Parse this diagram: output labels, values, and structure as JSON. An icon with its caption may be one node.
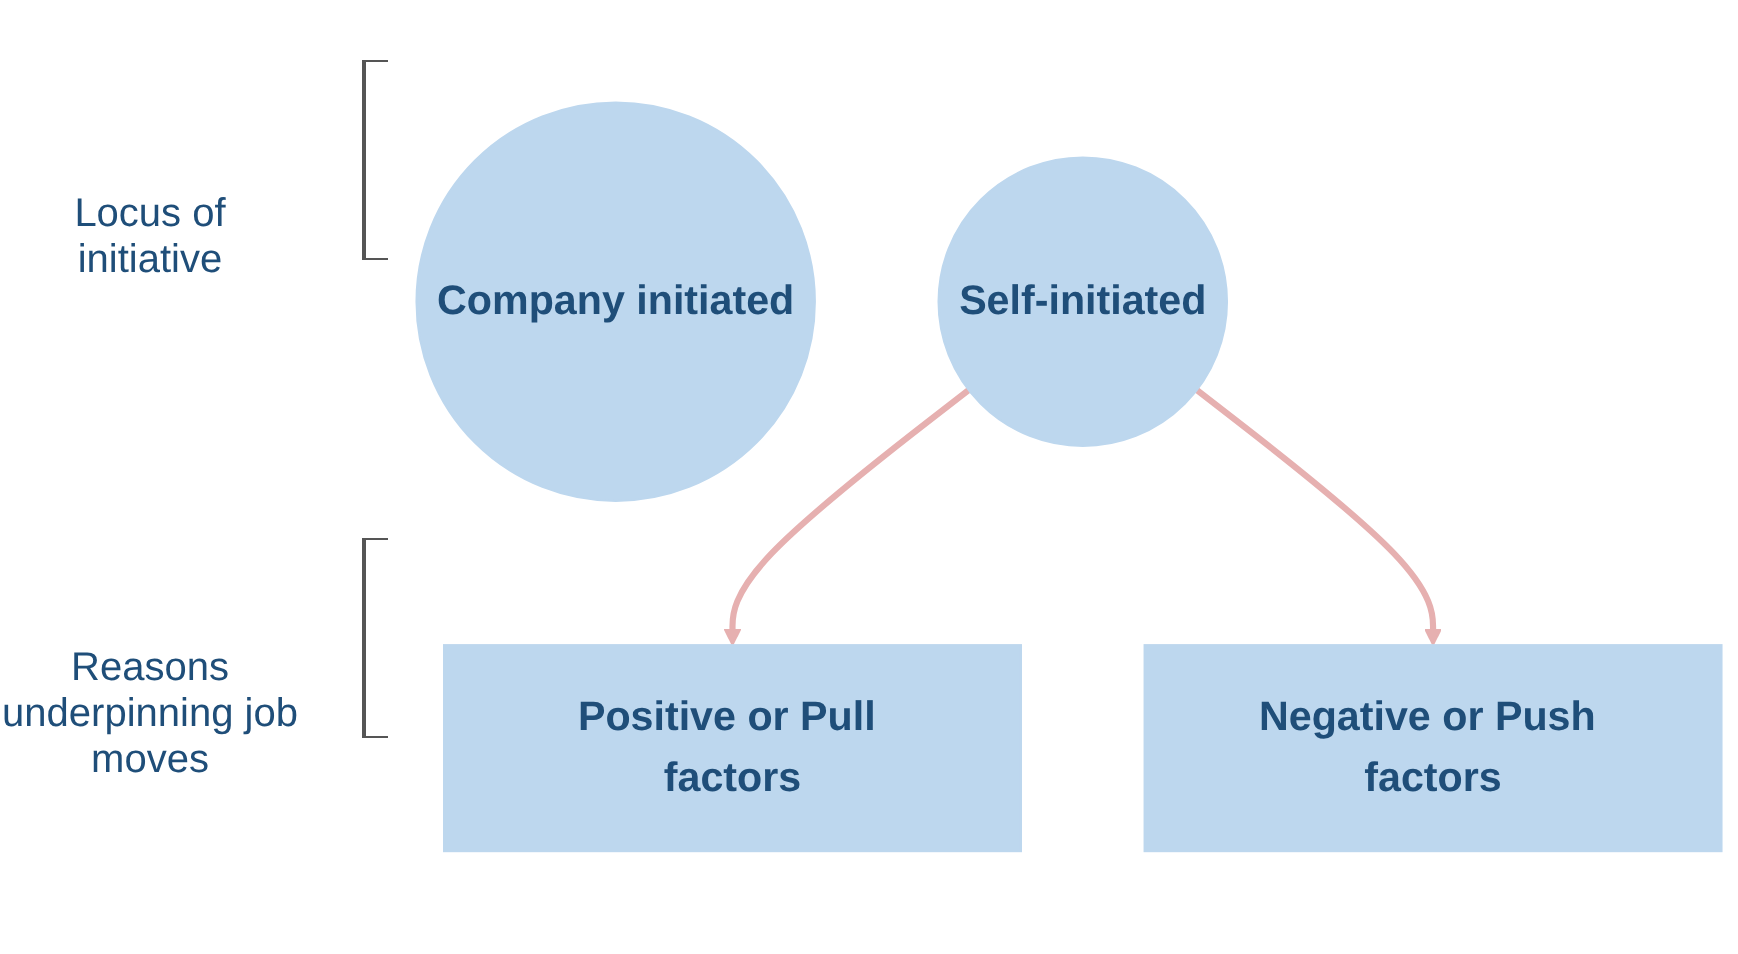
{
  "diagram": {
    "nodes": [
      {
        "text": [
          "Company initiated"
        ]
      },
      {
        "text": [
          "Self-initiated"
        ]
      },
      {
        "text": [
          "Positive or Pull factors"
        ]
      },
      {
        "text": [
          "Negative or Push factors"
        ]
      }
    ],
    "edges": [
      {
        "from": 1,
        "to": 2,
        "arrow": "to"
      },
      {
        "from": 1,
        "to": 3,
        "arrow": "to"
      }
    ],
    "labels": [
      "Locus of initiative",
      "Reasons underpinning job moves"
    ]
  }
}
